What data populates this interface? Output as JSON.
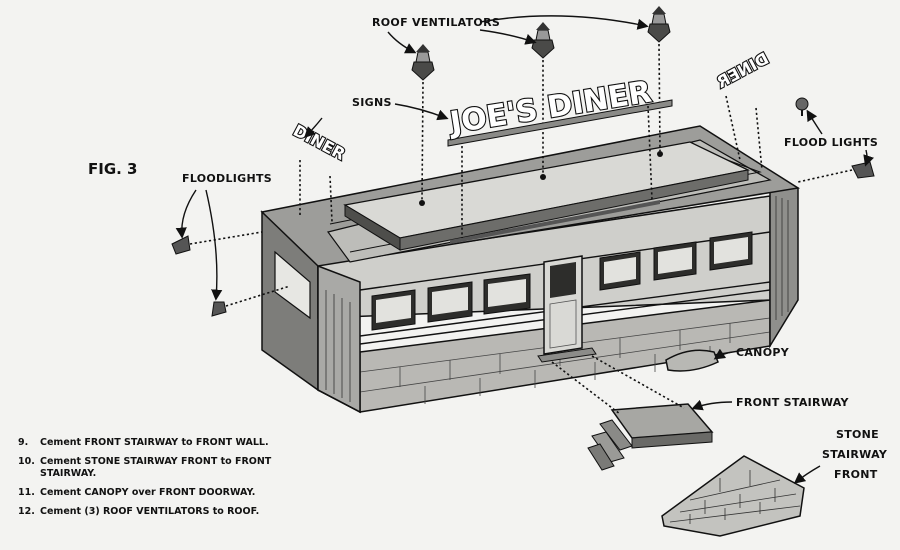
{
  "figure": {
    "label": "FIG. 3"
  },
  "labels": {
    "roof_ventilators": "ROOF VENTILATORS",
    "signs": "SIGNS",
    "floodlights_left": "FLOODLIGHTS",
    "flood_lights_right": "FLOOD LIGHTS",
    "canopy": "CANOPY",
    "front_stairway": "FRONT STAIRWAY",
    "stone_stairway_front": [
      "STONE",
      "STAIRWAY",
      "FRONT"
    ]
  },
  "signs": {
    "main": "JOE'S DINER",
    "side_left": "DINER",
    "side_right": "DINER"
  },
  "instructions": [
    {
      "num": "9.",
      "text": "Cement FRONT STAIRWAY to FRONT WALL."
    },
    {
      "num": "10.",
      "text": "Cement STONE STAIRWAY FRONT to FRONT STAIRWAY."
    },
    {
      "num": "11.",
      "text": "Cement CANOPY over FRONT DOORWAY."
    },
    {
      "num": "12.",
      "text": "Cement (3) ROOF VENTILATORS to ROOF."
    }
  ]
}
